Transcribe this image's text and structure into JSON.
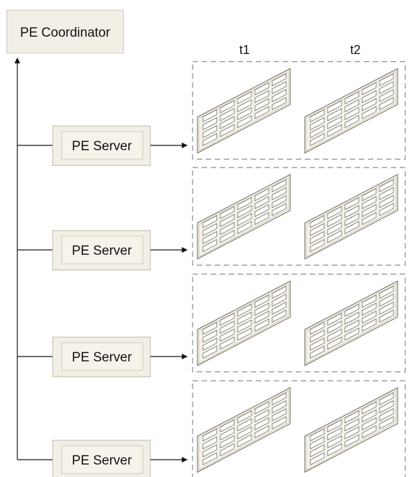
{
  "coordinator": {
    "label": "PE Coordinator"
  },
  "columns": [
    {
      "label": "t1"
    },
    {
      "label": "t2"
    }
  ],
  "servers": [
    {
      "label": "PE Server"
    },
    {
      "label": "PE Server"
    },
    {
      "label": "PE Server"
    },
    {
      "label": "PE Server"
    }
  ],
  "colors": {
    "box_fill": "#f2efe6",
    "box_border": "#bdb7a6",
    "panel_fill": "#f4f1e8",
    "panel_stroke": "#6e6a60",
    "dashed": "#8a8a8a",
    "line": "#111111"
  }
}
